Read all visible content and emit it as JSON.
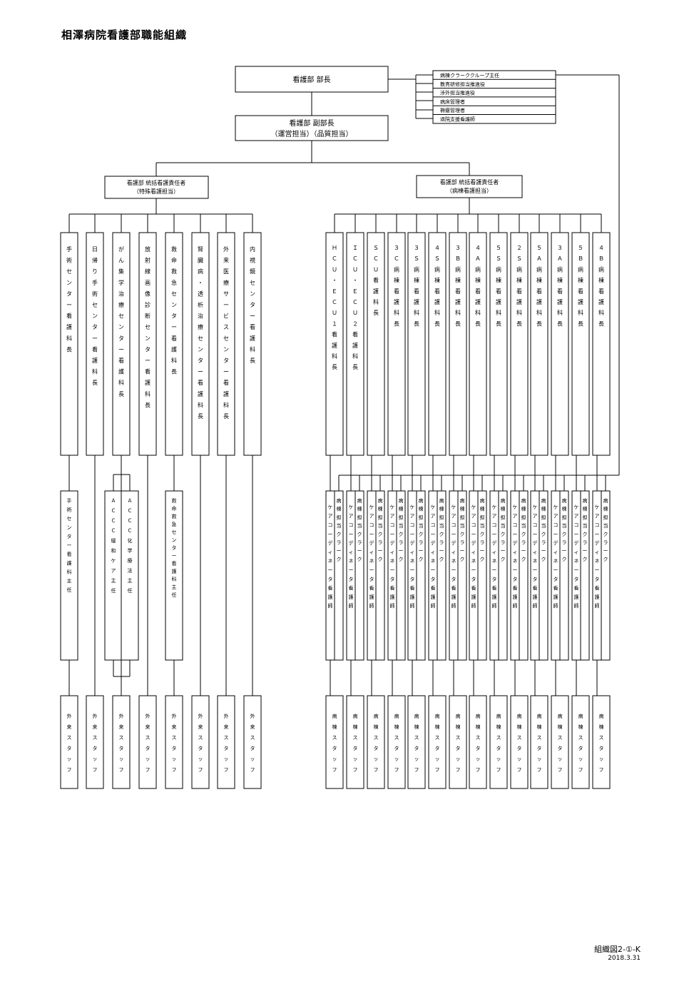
{
  "title": "相澤病院看護部職能組織",
  "footer": {
    "code": "組織図2-①-K",
    "date": "2018.3.31"
  },
  "director": "看護部 部長",
  "deputy": {
    "name": "看護部 副部長",
    "roles": "（運営担当）（品質担当）"
  },
  "staff_roles": [
    "病棟クラーククループ主任",
    "教育研修担当推進役",
    "渉外担当推進役",
    "病床管理者",
    "褥瘡管理者",
    "退院支援看護師"
  ],
  "left_chief": {
    "name": "看護部 統括看護責任者",
    "role": "（特殊看護担当）"
  },
  "right_chief": {
    "name": "看護部 統括看護責任者",
    "role": "（病棟看護担当）"
  },
  "left_units": [
    "手術センター看護科長",
    "日帰り手術センター看護科長",
    "がん集学治療センター看護科長",
    "放射線画像診断センター看護科長",
    "救命救急センター看護科長",
    "腎臓病・透析治療センター看護科長",
    "外来医療サービスセンター看護科長",
    "内視鏡センター看護科長"
  ],
  "left_supervisors": {
    "surgery": "手術センター看護科主任",
    "accc_palliative": "ＡＣＣＣ緩和ケア主任",
    "accc_chemo": "ＡＣＣＣ化学療法主任",
    "emergency": "救命救急センター看護科主任"
  },
  "left_staff": "外来スタッフ",
  "right_units": [
    "ＨＣＵ・ＥＣＵ１看護科長",
    "ＩＣＵ・ＥＣＵ２看護科長",
    "ＳＣＵ看護科長",
    "３Ｃ病棟看護科長",
    "３Ｓ病棟看護科長",
    "４Ｓ病棟看護科長",
    "３Ｂ病棟看護科長",
    "４Ａ病棟看護科長",
    "５Ｓ病棟看護科長",
    "２Ｓ病棟看護科長",
    "５Ａ病棟看護科長",
    "３Ａ病棟看護科長",
    "５Ｂ病棟看護科長",
    "４Ｂ病棟看護科長"
  ],
  "right_coordinator": "ケアコーディネータ看護師",
  "right_clerk": "病棟担当クラーク",
  "right_staff": "病棟スタッフ"
}
